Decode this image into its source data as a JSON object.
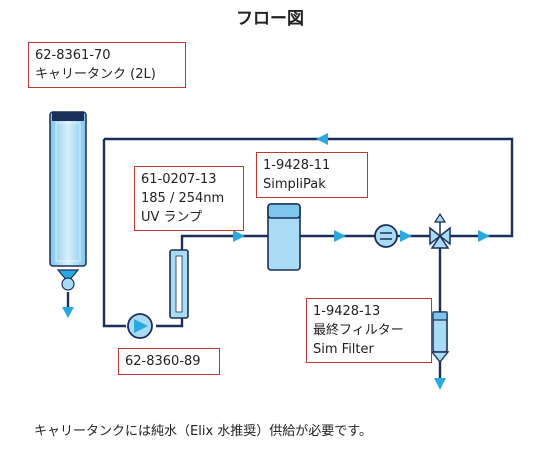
{
  "title": "フロー図",
  "labels": {
    "carrier_tank": {
      "code": "62-8361-70",
      "name": "キャリータンク (2L)"
    },
    "uv_lamp": {
      "code": "61-0207-13",
      "line1": "185 / 254nm",
      "line2": "UV ランプ"
    },
    "simplipak": {
      "code": "1-9428-11",
      "name": "SimpliPak"
    },
    "pump": {
      "code": "62-8360-89"
    },
    "final_filter": {
      "code": "1-9428-13",
      "line1": "最終フィルター",
      "line2": "Sim Filter"
    }
  },
  "footnote": "キャリータンクには純水（Elix 水推奨）供給が必要です。",
  "colors": {
    "pipe": "#1a2f5c",
    "accent": "#29a9e0",
    "component_fill": "#a9dbf5",
    "label_border": "#c0392b"
  },
  "icons": [
    "pump-icon",
    "valve-icon",
    "flow-meter-icon",
    "filter-icon",
    "check-valve-icon",
    "arrow-icon"
  ]
}
